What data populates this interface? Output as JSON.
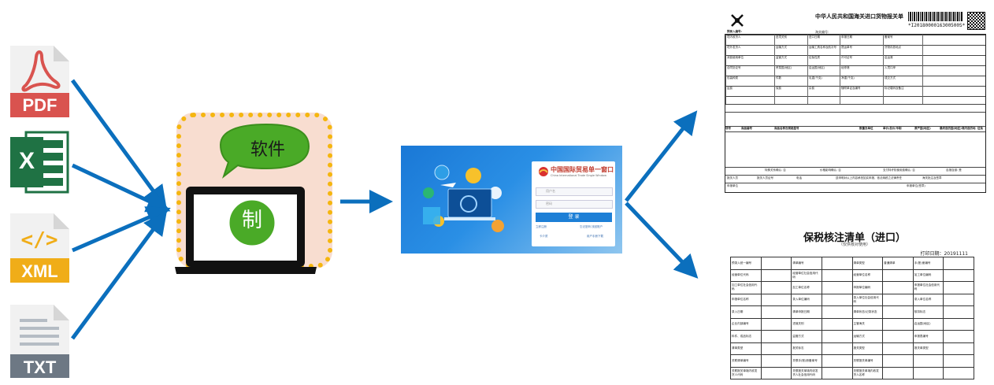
{
  "file_icons": [
    {
      "name": "pdf",
      "label": "PDF",
      "color": "#d9534f"
    },
    {
      "name": "excel",
      "label": "X",
      "color": "#1f7244"
    },
    {
      "name": "xml",
      "label": "XML",
      "color": "#f0ad18"
    },
    {
      "name": "txt",
      "label": "TXT",
      "color": "#6d7884"
    }
  ],
  "software": {
    "bubble_label": "软件",
    "make_label": "制"
  },
  "portal": {
    "logo_title": "中国国际贸易单一窗口",
    "logo_subtitle": "China International Trade Single Window",
    "username_placeholder": "用户名",
    "password_placeholder": "密码",
    "login_button": "登  录",
    "link_register": "立即注册",
    "link_forgot": "忘记密码  找回账户",
    "link_card": "卡介质",
    "link_qr": "用户手册下载"
  },
  "customs_declaration": {
    "title": "中华人民共和国海关进口货物报关单",
    "barcode_number": "*I2018000016300500S*",
    "preentry_label": "预录入编号:",
    "customs_label": "海关编号:",
    "header_labels": [
      "境内收货人",
      "进境关别",
      "进口日期",
      "申报日期",
      "备案号",
      "境外发货人",
      "运输方式",
      "运输工具名称及航次号",
      "提运单号",
      "货物存放地点",
      "消费使用单位",
      "监管方式",
      "征免性质",
      "许可证号",
      "启运港",
      "合同协议号",
      "贸易国(地区)",
      "启运国(地区)",
      "经停港",
      "入境口岸",
      "包装种类",
      "件数",
      "毛重(千克)",
      "净重(千克)",
      "成交方式",
      "运费",
      "保费",
      "杂费",
      "随附单证及编号",
      "标记唛码及备注"
    ],
    "goods_header": [
      "项号",
      "商品编号",
      "商品名称及规格型号",
      "数量及单位",
      "单价/总价/币制",
      "原产国(地区)",
      "最终目的国(地区)",
      "境内目的地",
      "征免"
    ],
    "footer_labels": [
      "特殊关系确认: 否",
      "价格影响确认: 否",
      "支付特许权使用费确认: 否",
      "自报自缴: 是",
      "报关人员",
      "报关人员证号",
      "电话",
      "兹申明对以上内容承担如实申报、依法纳税之法律责任",
      "海关批注及签章",
      "申报单位",
      "申报单位(签章)"
    ]
  },
  "bonded_list": {
    "title": "保税核注清单（进口）",
    "subtitle": "（仅供核对使用）",
    "print_date": "打印日期：20191111",
    "rows": [
      [
        "预录入统一编号",
        "",
        "清单编号",
        "",
        "清单类型",
        "普通清单",
        "手(账)册编号",
        ""
      ],
      [
        "经营单位代码",
        "",
        "经营单位社会信用代码",
        "",
        "经营单位名称",
        "",
        "加工单位编码",
        ""
      ],
      [
        "加工单位社会信用代码",
        "",
        "加工单位名称",
        "",
        "申报单位编码",
        "",
        "申报单位社会信用代码",
        ""
      ],
      [
        "申报单位名称",
        "",
        "录入单位编码",
        "",
        "录入单位社会信用代码",
        "",
        "录入单位名称",
        ""
      ],
      [
        "录入日期",
        "",
        "清单申报日期",
        "",
        "清单状态/记录状态",
        "",
        "核扣标志",
        ""
      ],
      [
        "企业内部编号",
        "",
        "进境关别",
        "",
        "主管海关",
        "",
        "启运国(地区)",
        ""
      ],
      [
        "料件、成品标志",
        "",
        "监管方式",
        "",
        "运输方式",
        "",
        "申报表编号",
        ""
      ],
      [
        "清单类型",
        "",
        "报关标志",
        "",
        "报关类型",
        "",
        "报关单类型",
        ""
      ],
      [
        "关联清单编号",
        "",
        "关联手(账)册备案号",
        "",
        "关联报关单编号",
        "",
        "",
        ""
      ],
      [
        "关联报关单境内收发货人代码",
        "",
        "关联报关单境内收发货人社会信用代码",
        "",
        "关联报关单境内收发货人名称",
        "",
        "",
        ""
      ]
    ]
  }
}
